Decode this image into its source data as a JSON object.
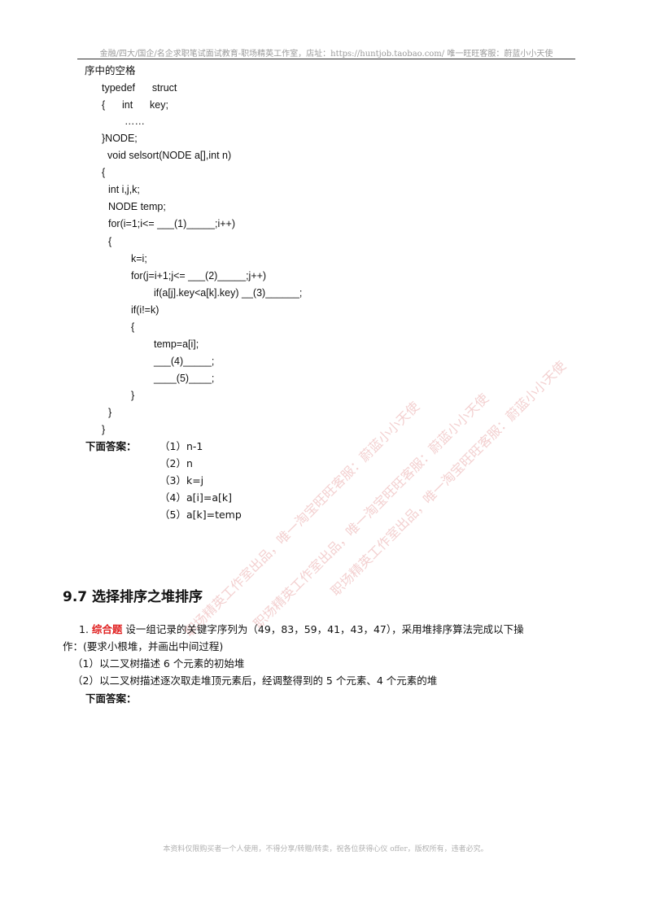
{
  "header": {
    "text": "金融/四大/国企/名企求职笔试面试教育-职场精英工作室，店址：https://huntjob.taobao.com/  唯一旺旺客服：蔚蓝小小天使"
  },
  "code": {
    "intro": "序中的空格",
    "lines": [
      "typedef      struct",
      "{      int      key;",
      "……",
      "}NODE;",
      "void selsort(NODE a[],int n)",
      "{",
      "int i,j,k;",
      "NODE temp;",
      "for(i=1;i<= ___(1)_____;i++)",
      "{",
      "k=i;",
      "for(j=i+1;j<= ___(2)_____;j++)",
      "if(a[j].key<a[k].key) __(3)______;",
      "if(i!=k)",
      "{",
      "temp=a[i];",
      "___(4)_____;",
      "____(5)____;",
      "}",
      "}",
      "}"
    ]
  },
  "answers": {
    "label": "下面答案：",
    "items": [
      "（1）n-1",
      "（2）n",
      "（3）k=j",
      "（4）a[i]=a[k]",
      "（5）a[k]=temp"
    ]
  },
  "section": {
    "title": "9.7  选择排序之堆排序"
  },
  "question": {
    "number": "1.",
    "tag": "综合题",
    "line1": "设一组记录的关键字序列为（49，83，59，41，43，47），采用堆排序算法完成以下操",
    "line2": "作：(要求小根堆，并画出中间过程)",
    "sub1": "（1）以二叉树描述 6 个元素的初始堆",
    "sub2": "（2）以二叉树描述逐次取走堆顶元素后，经调整得到的 5 个元素、4 个元素的堆",
    "answer_label": "下面答案："
  },
  "watermark": {
    "text": "职场精英工作室出品，唯一淘宝旺旺客服：蔚蓝小小天使"
  },
  "footer": {
    "text": "本资料仅限购买者一个人使用，不得分享/转赠/转卖，祝各位获得心仪 offer，版权所有，违者必究。"
  },
  "colors": {
    "accent_red": "#e02020",
    "watermark": "#dc7878"
  }
}
